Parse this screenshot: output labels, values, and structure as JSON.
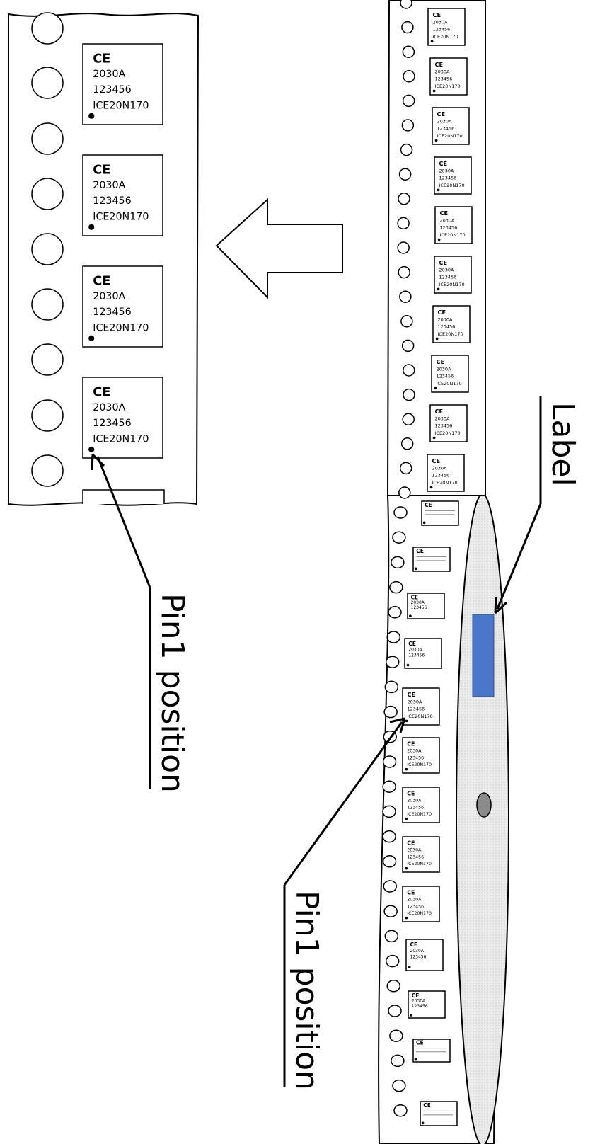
{
  "marking": {
    "ce": "CE",
    "line1": "2030A",
    "line2": "123456",
    "line3": "ICE20N170"
  },
  "labels": {
    "pin1_left": "Pin1 position",
    "pin1_right": "Pin1 position",
    "label": "Label"
  },
  "colors": {
    "stroke": "#000000",
    "label_patch": "#4a76c9",
    "reel_fill": "#e6e6e6",
    "hub": "#8a8a8a"
  },
  "icons": {
    "direction_arrow": "arrow-left-icon",
    "pin1_dot": "pin1-dot-icon"
  }
}
